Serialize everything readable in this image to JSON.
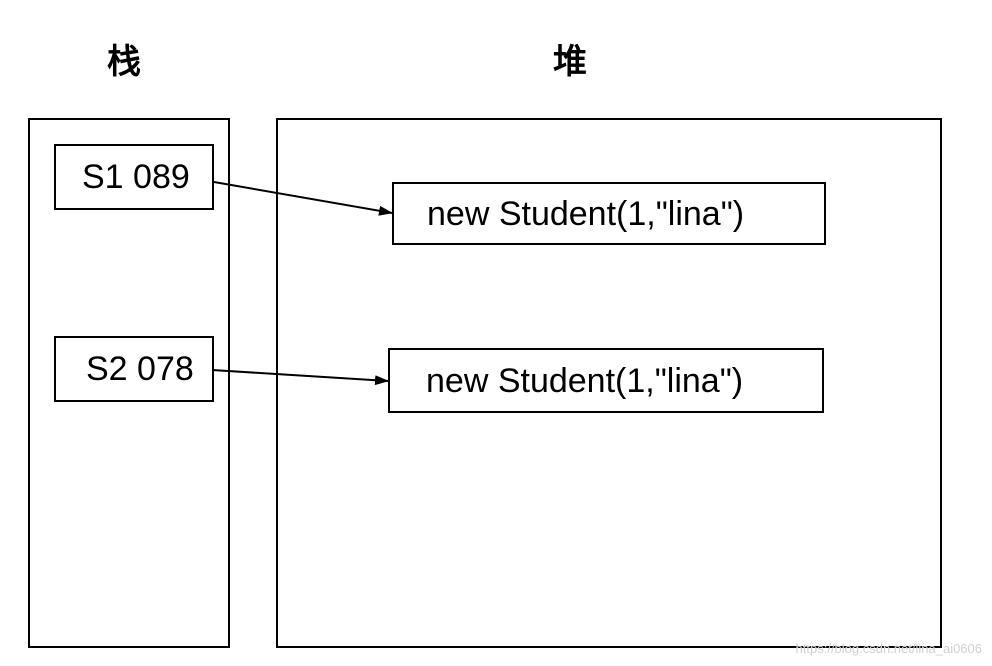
{
  "titles": {
    "stack": "栈",
    "heap": "堆"
  },
  "stack": {
    "refs": [
      {
        "label": "S1 089"
      },
      {
        "label": "S2 078"
      }
    ]
  },
  "heap": {
    "objects": [
      {
        "label": "new Student(1,\"lina\")"
      },
      {
        "label": "new Student(1,\"lina\")"
      }
    ]
  },
  "watermark": "https://blog.csdn.net/lina_ai0606",
  "colors": {
    "line": "#000000",
    "background": "#ffffff",
    "watermark": "#d0d0d0"
  }
}
